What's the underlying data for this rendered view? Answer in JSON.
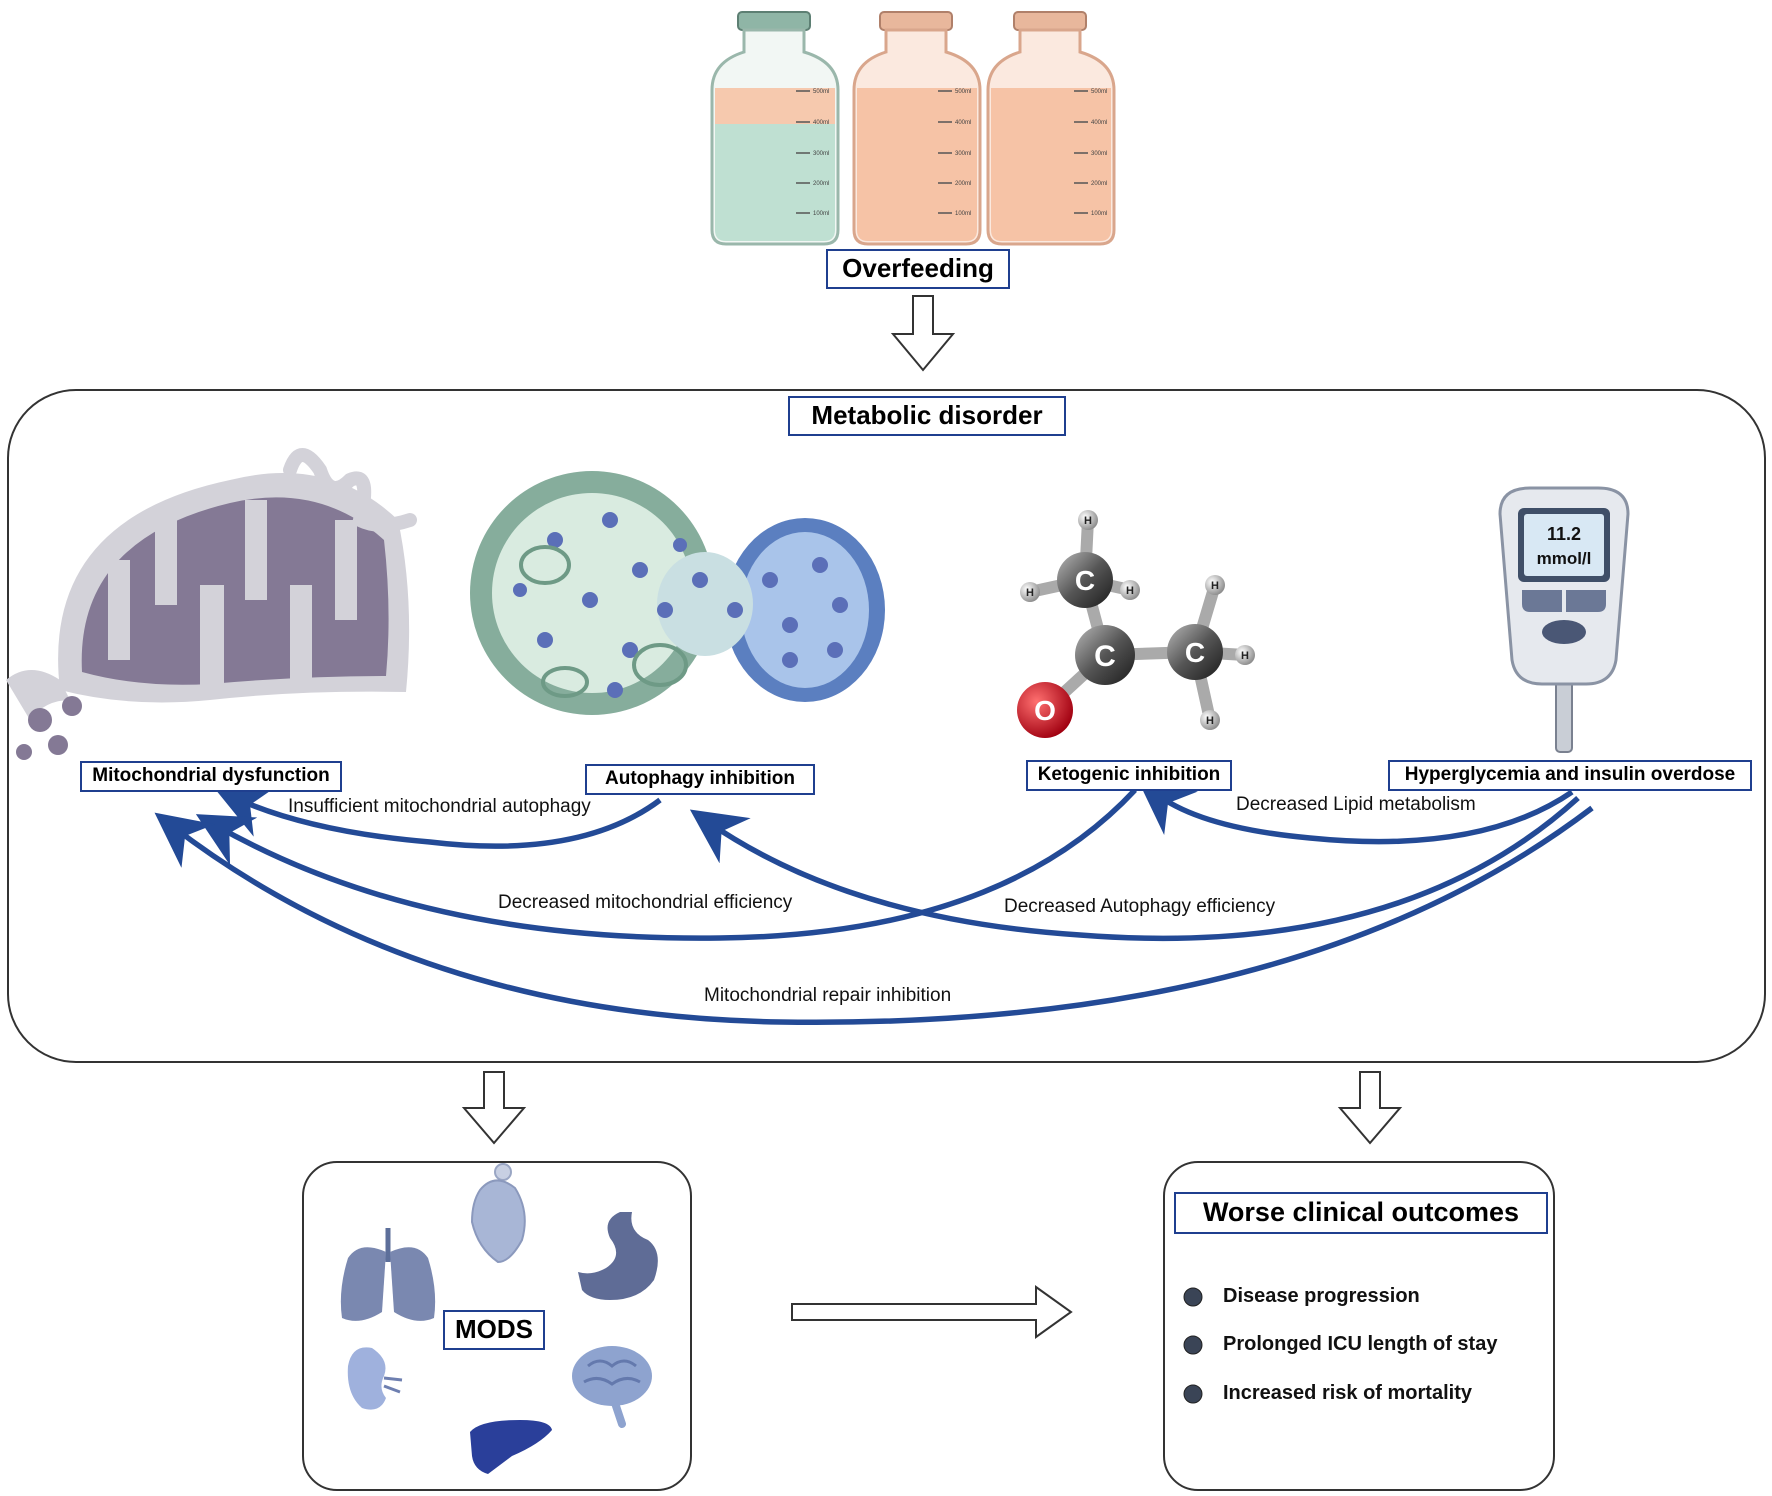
{
  "top": {
    "title": "Overfeeding",
    "bottles": [
      {
        "scale": [
          "500ml",
          "400ml",
          "300ml",
          "200ml",
          "100ml"
        ]
      },
      {
        "scale": [
          "500ml",
          "400ml",
          "300ml",
          "200ml",
          "100ml"
        ]
      },
      {
        "scale": [
          "500ml",
          "400ml",
          "300ml",
          "200ml",
          "100ml"
        ]
      }
    ]
  },
  "metabolic": {
    "title": "Metabolic disorder",
    "nodes": {
      "mito": "Mitochondrial dysfunction",
      "autophagy": "Autophagy inhibition",
      "ketogenic": "Ketogenic inhibition",
      "hyper": "Hyperglycemia and insulin overdose"
    },
    "meter": {
      "value": "11.2",
      "unit": "mmol/l"
    },
    "molecule": {
      "carbon": "C",
      "oxygen": "O",
      "hydrogen": "H"
    },
    "arrows": {
      "insufficient_autophagy": "Insufficient mitochondrial autophagy",
      "decreased_lipid": "Decreased Lipid metabolism",
      "decreased_mito_eff": "Decreased mitochondrial efficiency",
      "decreased_autophagy_eff": "Decreased Autophagy efficiency",
      "repair_inhibition": "Mitochondrial repair inhibition"
    },
    "arrow_color": "#234a96"
  },
  "mods": {
    "label": "MODS",
    "organs": [
      "heart-icon",
      "stomach-icon",
      "brain-icon",
      "liver-icon",
      "kidney-icon",
      "lungs-icon"
    ]
  },
  "outcomes": {
    "title": "Worse clinical outcomes",
    "items": [
      "Disease progression",
      "Prolonged ICU length of stay",
      "Increased risk of mortality"
    ]
  }
}
